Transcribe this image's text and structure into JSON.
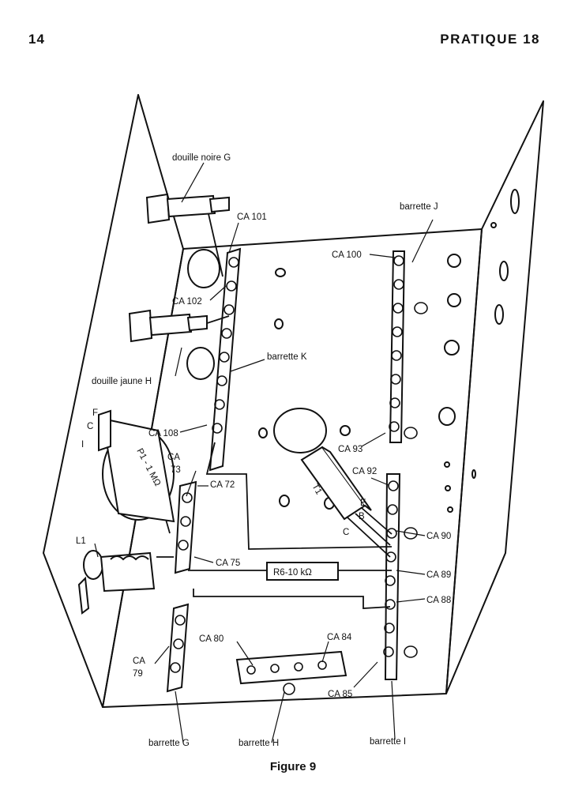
{
  "header": {
    "page_number": "14",
    "running_title": "PRATIQUE 18"
  },
  "caption": "Figure 9",
  "labels": {
    "douille_noire": "douille noire G",
    "douille_jaune": "douille jaune H",
    "ca101": "CA 101",
    "ca102": "CA 102",
    "ca108": "CA 108",
    "ca72": "CA 72",
    "ca73_a": "CA",
    "ca73_b": "73",
    "ca75": "CA 75",
    "ca79_a": "CA",
    "ca79_b": "79",
    "ca80": "CA 80",
    "ca84": "CA 84",
    "ca85": "CA 85",
    "ca88": "CA 88",
    "ca89": "CA 89",
    "ca90": "CA 90",
    "ca92": "CA 92",
    "ca93": "CA 93",
    "ca100": "CA 100",
    "barrette_j": "barrette J",
    "barrette_k": "barrette K",
    "barrette_g": "barrette G",
    "barrette_h": "barrette H",
    "barrette_i": "barrette I",
    "f": "F",
    "c": "C",
    "i": "I",
    "p1": "P1 - 1 MΩ",
    "l1": "L1",
    "r6": "R6-10 kΩ",
    "t1": "T1",
    "e": "E",
    "b": "B",
    "c2": "C"
  }
}
